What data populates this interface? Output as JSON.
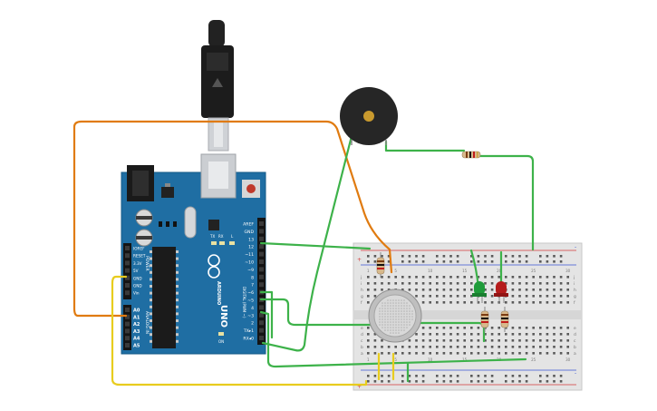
{
  "arduino": {
    "brand": "ARDUINO",
    "model": "UNO",
    "power_header": "POWER",
    "analog_header": "ANALOG IN",
    "digital_header": "DIGITAL (PWM ~)",
    "power_pins": [
      "IOREF",
      "RESET",
      "3.3V",
      "5V",
      "GND",
      "GND",
      "Vin"
    ],
    "analog_pins": [
      "A0",
      "A1",
      "A2",
      "A3",
      "A4",
      "A5"
    ],
    "digital_pins": [
      "AREF",
      "GND",
      "13",
      "12",
      "~11",
      "~10",
      "~9",
      "8",
      "7",
      "~6",
      "~5",
      "4",
      "~3",
      "2",
      "TX▸1",
      "RX◂0"
    ],
    "led_labels": [
      "TX",
      "RX",
      "L"
    ],
    "on_label": "ON"
  },
  "breadboard": {
    "column_numbers": [
      "1",
      "",
      "",
      "",
      "5",
      "",
      "",
      "",
      "",
      "10",
      "",
      "",
      "",
      "",
      "15",
      "",
      "",
      "",
      "",
      "20",
      "",
      "",
      "",
      "",
      "25",
      "",
      "",
      "",
      "",
      "30"
    ],
    "row_letters_top": [
      "j",
      "i",
      "h",
      "g",
      "f"
    ],
    "row_letters_bottom": [
      "e",
      "d",
      "c",
      "b",
      "a"
    ],
    "rail_plus": "+",
    "rail_minus": "-"
  },
  "colors": {
    "board": "#1f6ea3",
    "wire_green": "#3db24a",
    "wire_orange": "#e07b10",
    "wire_yellow": "#e8cc1e",
    "led_green": "#1f9b3a",
    "led_red": "#b51c1c"
  }
}
